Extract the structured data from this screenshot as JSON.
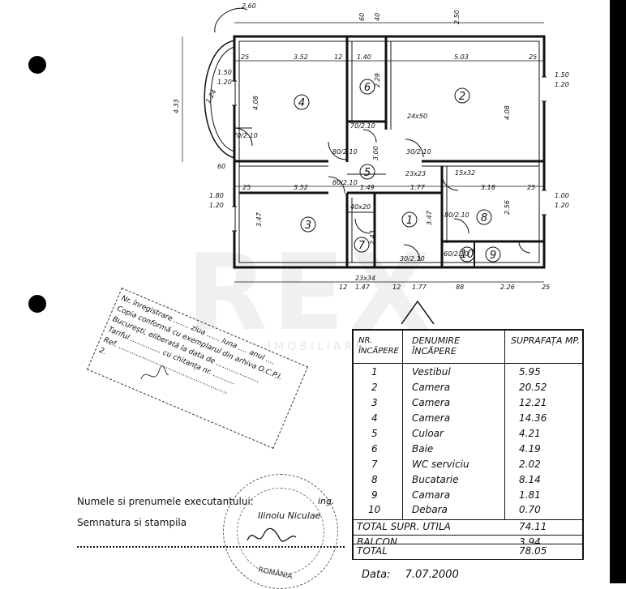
{
  "plan": {
    "room_numbers": [
      "4",
      "6",
      "2",
      "5",
      "3",
      "1",
      "7",
      "8",
      "9",
      "10"
    ],
    "dimensions": {
      "top_260": "2.60",
      "top_060": "60",
      "top_040": "40",
      "top_250": "2.50",
      "r4_w": "3.52",
      "r6_w": "1.40",
      "r2_w": "5.03",
      "r4_h": "4.08",
      "r2_h": "4.08",
      "r6_h": "2.29",
      "left_433": "4.33",
      "bal_r": "1.24",
      "win_150": "1.50",
      "win_120a": "1.20",
      "r3_w": "3.52",
      "r5_w": "1.49",
      "r1_w": "1.77",
      "r8_w": "3.18",
      "win_180": "1.80",
      "win_120b": "1.20",
      "win_100": "1.00",
      "win_120c": "1.20",
      "r3_h": "3.47",
      "r1_h": "3.47",
      "r8_h": "2.56",
      "r7_h": "2.43",
      "d_2450": "24x50",
      "d_2323": "23x23",
      "d_1532": "15x32",
      "d_4020": "40x20",
      "d_2334": "23x34",
      "b_147": "1.47",
      "b_177": "1.77",
      "b_88": "88",
      "b_226": "2.26",
      "r5_len": "3.00",
      "t25": "25",
      "t125": "12",
      "d_60": "60",
      "door_80a": "80/2.10",
      "door_80b": "80/2.10",
      "door_80c": "80/2.10",
      "door_80d": "80/2.10",
      "door_70": "70/2.10",
      "door_60": "60/2.10",
      "door_30": "30/2.10"
    }
  },
  "stamp_text": [
    "Nr. înregistrare ....... ziua ...... luna .... anul ....",
    "Copia conformă cu exemplarul din arhiva O.C.P.I.",
    "București, eliberată la data de ....................",
    "Tariful .............. cu chitanța nr. ..........",
    "Ref. ...................................................",
    "2."
  ],
  "table": {
    "head_nr": "NR. încăpere",
    "head_den": "DENUMIRE ÎNCĂPERE",
    "head_sup": "SUPRAFAȚA mp.",
    "rows": [
      {
        "nr": "1",
        "name": "Vestibul",
        "area": "5.95"
      },
      {
        "nr": "2",
        "name": "Camera",
        "area": "20.52"
      },
      {
        "nr": "3",
        "name": "Camera",
        "area": "12.21"
      },
      {
        "nr": "4",
        "name": "Camera",
        "area": "14.36"
      },
      {
        "nr": "5",
        "name": "Culoar",
        "area": "4.21"
      },
      {
        "nr": "6",
        "name": "Baie",
        "area": "4.19"
      },
      {
        "nr": "7",
        "name": "WC serviciu",
        "area": "2.02"
      },
      {
        "nr": "8",
        "name": "Bucatarie",
        "area": "8.14"
      },
      {
        "nr": "9",
        "name": "Camara",
        "area": "1.81"
      },
      {
        "nr": "10",
        "name": "Debara",
        "area": "0.70"
      }
    ],
    "total_util_label": "TOTAL SUPR. UTILA",
    "total_util": "74.11",
    "balcon_label": "BALCON",
    "balcon": "3.94",
    "total_label": "TOTAL",
    "total": "78.05"
  },
  "signature": {
    "executant_label": "Numele si prenumele executantului:",
    "executant_name_1": "ing.",
    "executant_name_2": "Ilinoiu Niculae",
    "sign_label": "Semnatura si stampila",
    "date_label": "Data:",
    "date_value": "7.07.2000"
  },
  "round_stamp": {
    "country": "ROMÂNIA"
  },
  "watermark": {
    "main": "REX",
    "sub": "IMOBILIARE"
  }
}
